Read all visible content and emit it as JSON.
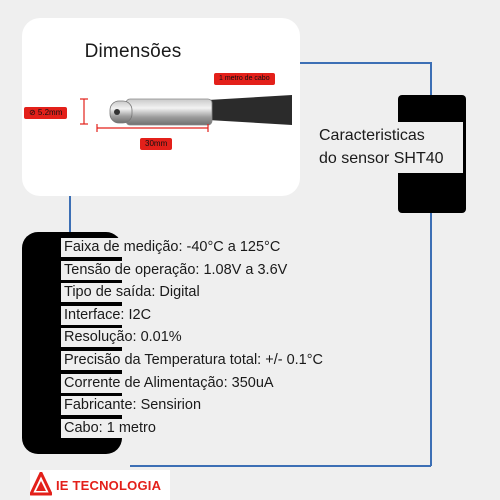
{
  "colors": {
    "accent": "#e3201a",
    "line": "#3c6fb5",
    "panel": "#000000",
    "background": "#efefef"
  },
  "dimensions": {
    "title": "Dimensões",
    "cable_label": "1 metro de cabo",
    "diameter_label": "⊘ 5.2mm",
    "length_label": "30mm"
  },
  "side": {
    "label_line1": "Caracteristicas",
    "label_line2": "do sensor SHT40"
  },
  "specs": [
    "Faixa de medição: -40°C a 125°C",
    "Tensão de operação: 1.08V a 3.6V",
    "Tipo de saída: Digital",
    "Interface: I2C",
    "Resolução: 0.01%",
    "Precisão da Temperatura total: +/- 0.1°C",
    "Corrente de Alimentação: 350uA",
    "Fabricante: Sensirion",
    "Cabo: 1 metro"
  ],
  "brand": {
    "name": "IE TECNOLOGIA",
    "icon": "ie-logo-icon"
  }
}
